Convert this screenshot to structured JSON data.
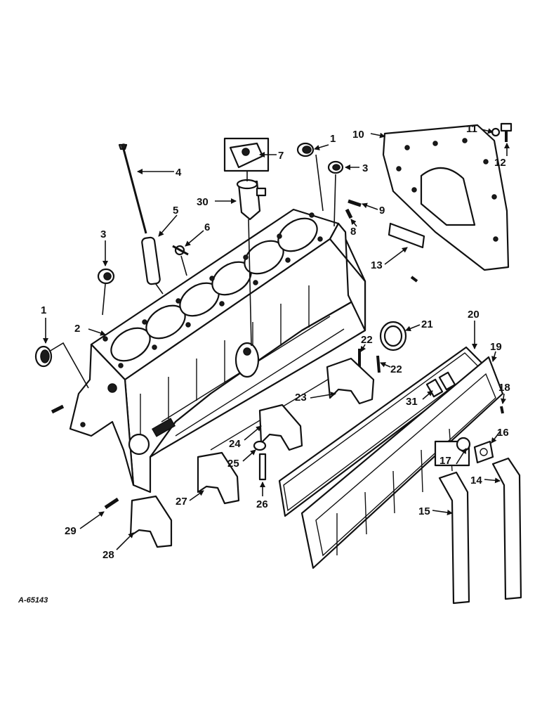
{
  "diagram": {
    "drawing_code": "A-65143",
    "callouts": [
      "1",
      "2",
      "3",
      "4",
      "5",
      "6",
      "7",
      "8",
      "9",
      "10",
      "11",
      "12",
      "13",
      "14",
      "15",
      "16",
      "17",
      "18",
      "19",
      "20",
      "21",
      "22",
      "23",
      "24",
      "25",
      "26",
      "27",
      "28",
      "29",
      "30",
      "31"
    ],
    "repeated_callouts": {
      "1": 2,
      "3": 2,
      "22": 2
    }
  }
}
